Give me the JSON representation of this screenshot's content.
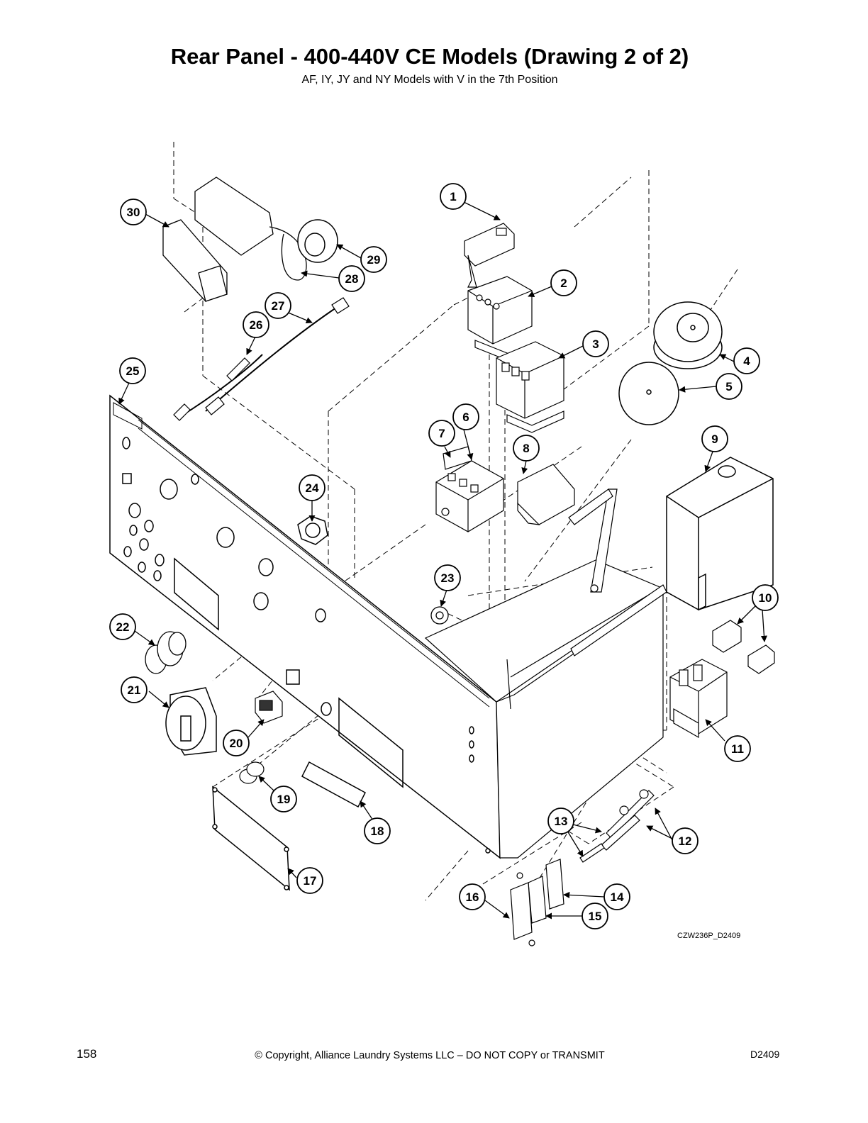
{
  "header": {
    "title": "Rear Panel - 400-440V CE Models (Drawing 2 of 2)",
    "subtitle": "AF, IY, JY and NY Models with V in the 7th Position"
  },
  "diagram": {
    "drawing_code": "CZW236P_D2409",
    "callouts": [
      "1",
      "2",
      "3",
      "4",
      "5",
      "6",
      "7",
      "8",
      "9",
      "10",
      "11",
      "12",
      "13",
      "14",
      "15",
      "16",
      "17",
      "18",
      "19",
      "20",
      "21",
      "22",
      "23",
      "24",
      "25",
      "26",
      "27",
      "28",
      "29",
      "30"
    ]
  },
  "footer": {
    "page_number": "158",
    "copyright": "© Copyright, Alliance Laundry Systems LLC – DO NOT COPY or TRANSMIT",
    "doc_code": "D2409"
  }
}
